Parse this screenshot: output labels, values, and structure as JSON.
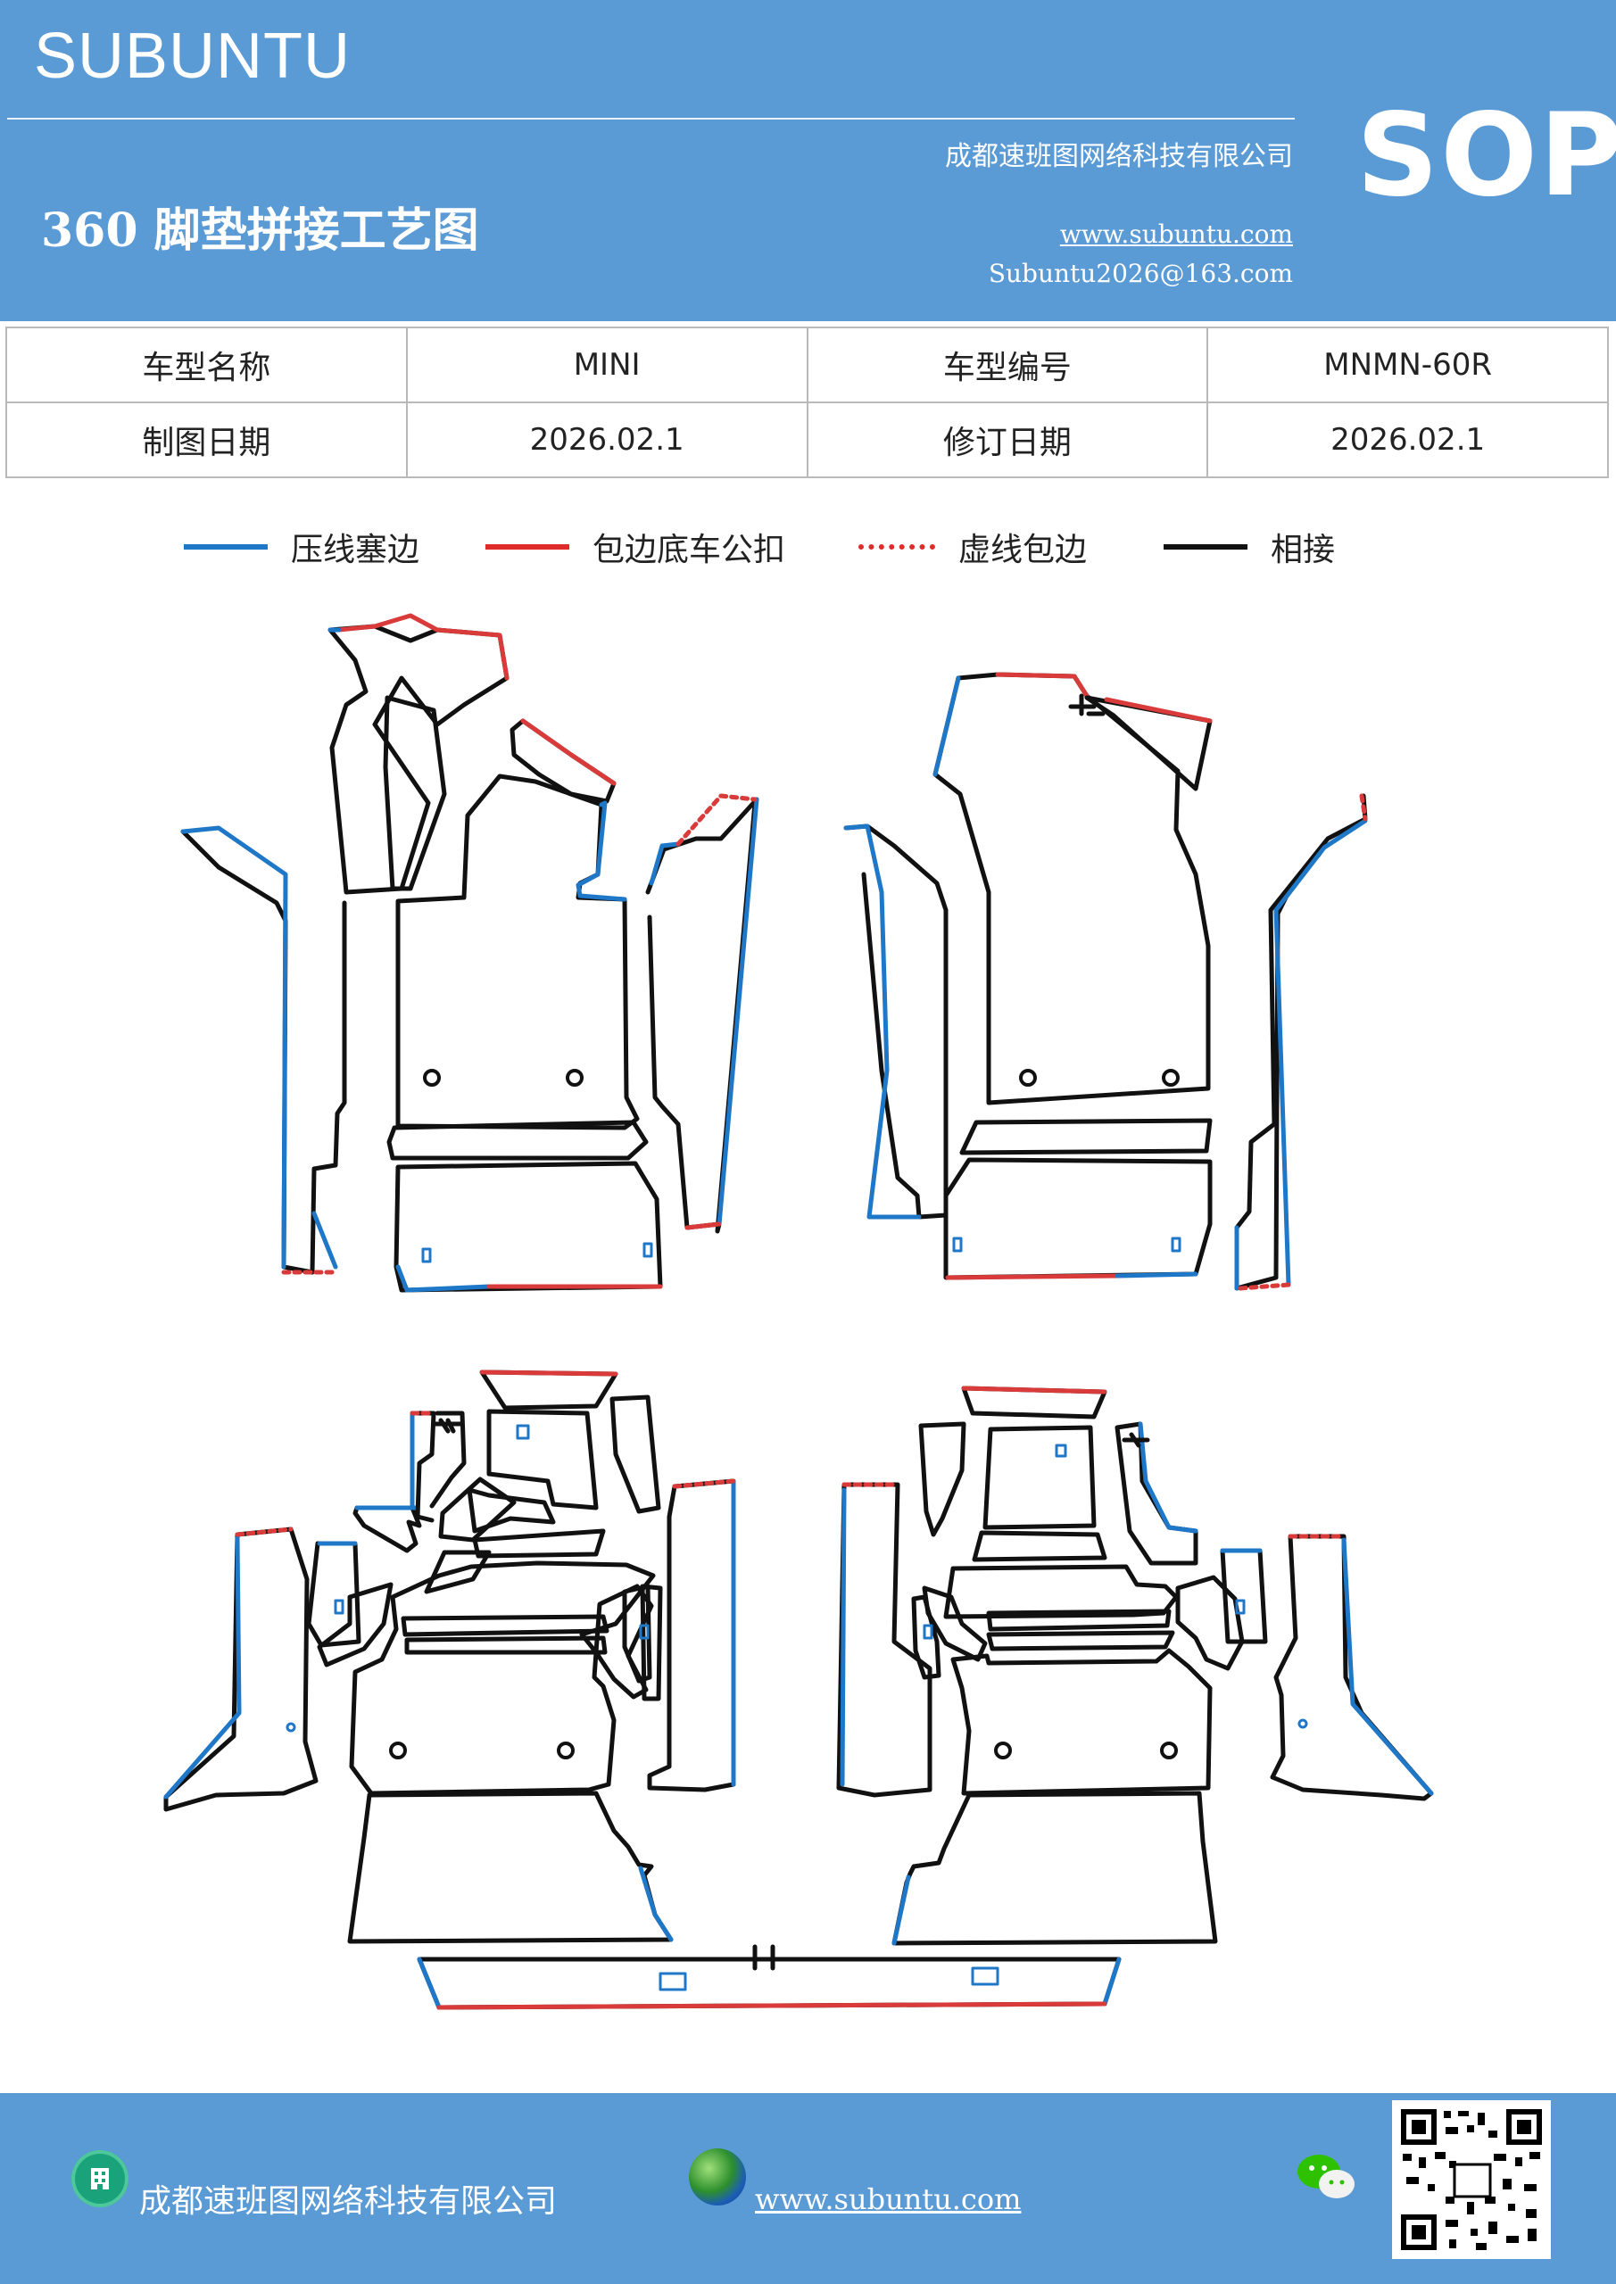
{
  "header": {
    "brand": "SUBUNTU",
    "company": "成都速班图网络科技有限公司",
    "title": "360 脚垫拼接工艺图",
    "website": "www.subuntu.com",
    "email": "Subuntu2026@163.com",
    "badge": "SOP"
  },
  "info_table": {
    "model_name_label": "车型名称",
    "model_name_value": "MINI",
    "model_code_label": "车型编号",
    "model_code_value": "MNMN-60R",
    "draw_date_label": "制图日期",
    "draw_date_value": "2026.02.1",
    "revise_date_label": "修订日期",
    "revise_date_value": "2026.02.1"
  },
  "legend": [
    {
      "label": "压线塞边",
      "color": "#1f77c8",
      "style": "solid"
    },
    {
      "label": "包边底车公扣",
      "color": "#e02b2b",
      "style": "solid"
    },
    {
      "label": "虚线包边",
      "color": "#e02b2b",
      "style": "dotted"
    },
    {
      "label": "相接",
      "color": "#111111",
      "style": "solid"
    }
  ],
  "colors": {
    "header_bg": "#5b9bd5",
    "line_black": "#111111",
    "line_blue": "#1f77c8",
    "line_red": "#d93a3a"
  },
  "footer": {
    "company": "成都速班图网络科技有限公司",
    "website": "www.subuntu.com",
    "icons": [
      "building-icon",
      "globe-icon",
      "wechat-icon",
      "qr-code"
    ]
  }
}
